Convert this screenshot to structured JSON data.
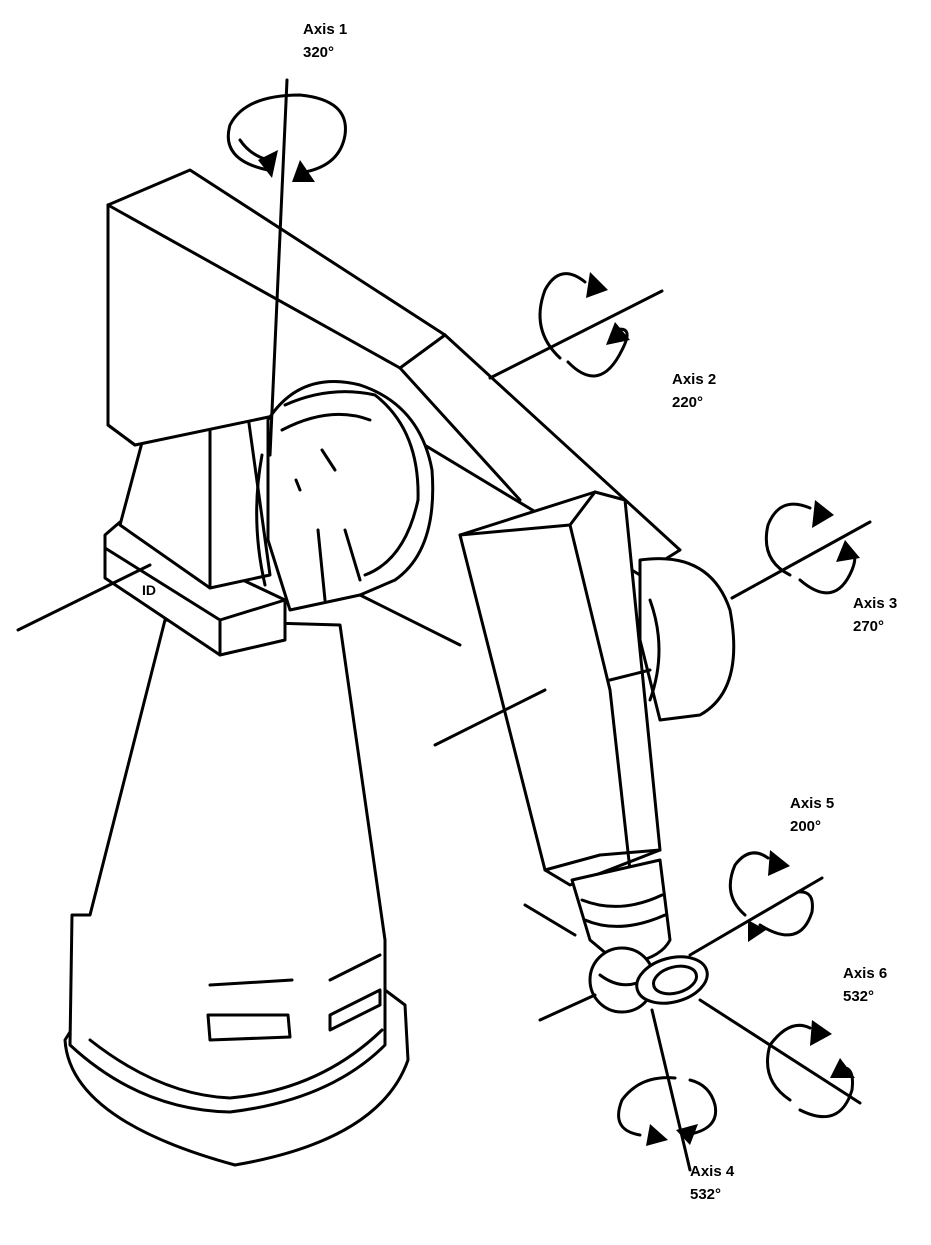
{
  "axes": [
    {
      "id": "axis1",
      "name": "Axis 1",
      "range": "320°"
    },
    {
      "id": "axis2",
      "name": "Axis 2",
      "range": "220°"
    },
    {
      "id": "axis3",
      "name": "Axis 3",
      "range": "270°"
    },
    {
      "id": "axis5",
      "name": "Axis 5",
      "range": "200°"
    },
    {
      "id": "axis6",
      "name": "Axis 6",
      "range": "532°"
    },
    {
      "id": "axis4",
      "name": "Axis 4",
      "range": "532°"
    }
  ],
  "base_marking": "ID"
}
